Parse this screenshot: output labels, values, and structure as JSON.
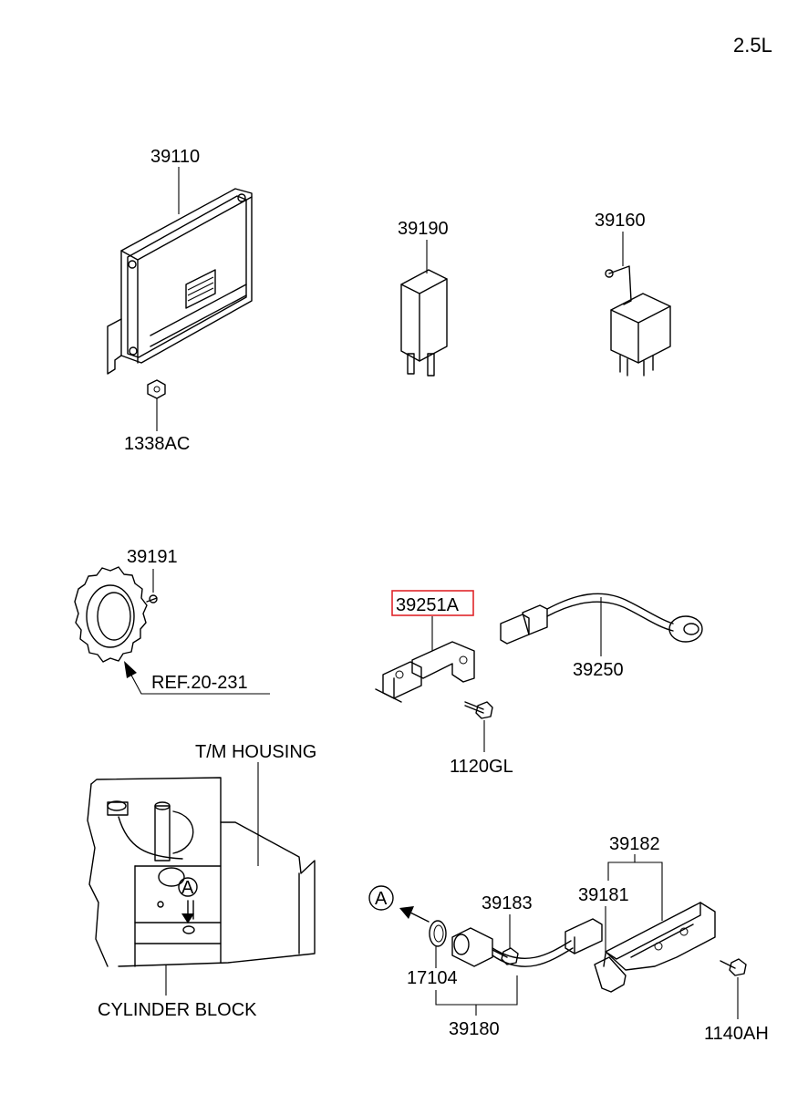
{
  "engine_variant": "2.5L",
  "parts": {
    "ecu": "39110",
    "ecu_nut": "1338AC",
    "relay_small": "39190",
    "relay_bracket": "39160",
    "target_wheel": "39191",
    "wheel_ref": "REF.20-231",
    "knock_bracket": "39251A",
    "knock_sensor": "39250",
    "knock_bolt": "1120GL",
    "ckp_sensor_assy": "39180",
    "ckp_oring": "17104",
    "ckp_bolt": "39183",
    "ckp_clip": "39181",
    "ckp_bracket": "39182",
    "ckp_bracket_bolt": "1140AH"
  },
  "labels": {
    "tm_housing": "T/M HOUSING",
    "cylinder_block": "CYLINDER BLOCK",
    "view_marker": "A"
  },
  "highlight_color": "#e0262b"
}
